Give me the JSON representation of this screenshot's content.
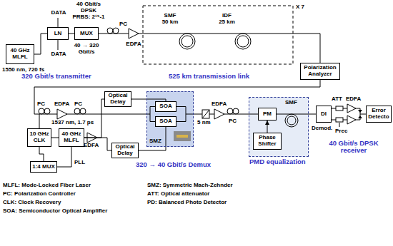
{
  "diagram": {
    "nodes": [
      {
        "text": [
          "40 GHz MLFL"
        ]
      },
      {
        "text": [
          "LN"
        ]
      },
      {
        "text": [
          "MUX"
        ]
      },
      {
        "text": [
          "Polarization Analyzer"
        ]
      },
      {
        "text": [
          "Optical Delay"
        ]
      },
      {
        "text": [
          "SMZ"
        ]
      },
      {
        "text": [
          "SOA"
        ],
        "in": 5
      },
      {
        "text": [
          "SOA"
        ],
        "in": 5
      },
      {
        "text": [
          "10 GHz CLK"
        ]
      },
      {
        "text": [
          "40 GHz MLFL"
        ]
      },
      {
        "text": [
          "1:4 MUX"
        ]
      },
      {
        "text": [
          "Optical Delay"
        ]
      },
      {
        "text": [
          "PMD equalization"
        ]
      },
      {
        "text": [
          "PM"
        ],
        "in": 12
      },
      {
        "text": [
          "Phase Shifter"
        ],
        "in": 12
      },
      {
        "text": [
          "DI"
        ]
      },
      {
        "text": [
          "Error Detecto"
        ]
      }
    ],
    "edges": [
      {
        "from": 0,
        "to": 1,
        "arrow": "none"
      },
      {
        "from": 1,
        "to": 2,
        "arrow": "none"
      },
      {
        "from": 8,
        "to": 9,
        "arrow": "none"
      },
      {
        "from": 8,
        "to": 10,
        "arrow": "none"
      },
      {
        "from": 10,
        "to": 9,
        "arrow": "none"
      },
      {
        "from": 9,
        "to": 4,
        "arrow": "none"
      },
      {
        "from": 9,
        "to": 11,
        "arrow": "none"
      },
      {
        "from": 4,
        "to": 6,
        "arrow": "none"
      },
      {
        "from": 11,
        "to": 7,
        "arrow": "none"
      },
      {
        "from": 14,
        "to": 13,
        "arrow": "to"
      },
      {
        "from": 13,
        "to": 15,
        "arrow": "none"
      }
    ],
    "labels": [
      "DATA",
      "DATA",
      "40 Gbit/s DPSK PRBS: 2¹⁵-1",
      "40 → 320 Gbit/s",
      "PC",
      "EDFA",
      "1550 nm, 720 fs",
      "SMF 50 km",
      "IDF 25 km",
      "X 7",
      "320 Gbit/s transmitter",
      "525 km transmission link",
      "PC",
      "EDFA",
      "PC",
      "1537 nm, 1.7 ps",
      "EDFA",
      "PLL",
      "5 nm",
      "EDFA",
      "PC",
      "SMF",
      "Demod.",
      "ATT",
      "EDFA",
      "Prec",
      "320 → 40 Gbit/s Demux",
      "40 Gbit/s DPSK receiver",
      "MLFL: Mode-Locked Fiber Laser",
      "PC: Polarization Controller",
      "CLK: Clock Recovery",
      "SOA: Semiconductor Optical Amplifier",
      "SMZ: Symmetric Mach-Zehnder",
      "ATT: Optical attenuator",
      "PD: Balanced Photo Detector"
    ]
  }
}
